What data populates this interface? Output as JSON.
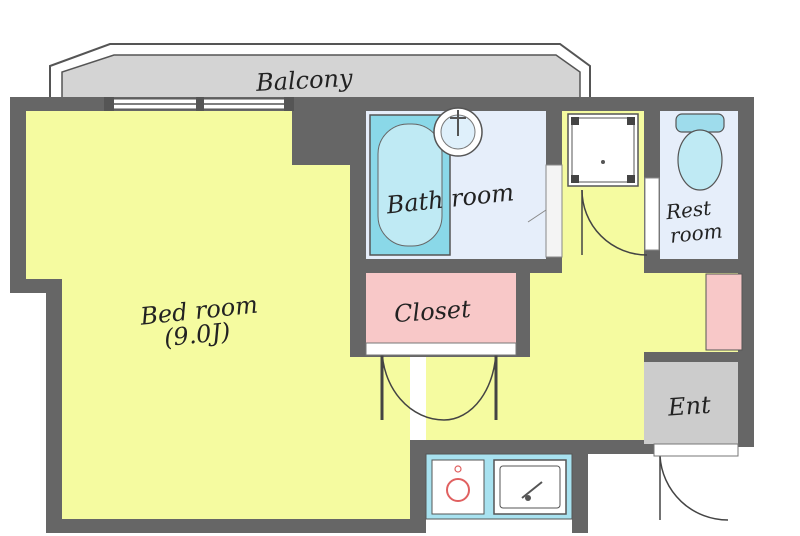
{
  "labels": {
    "balcony": "Balcony",
    "bed_room": "Bed room",
    "bed_room_size": "(9.0J)",
    "bath_room": "Bath room",
    "rest_room_line1": "Rest",
    "rest_room_line2": "room",
    "closet": "Closet",
    "entrance": "Ent"
  },
  "colors": {
    "wall": "#666666",
    "floor": "#f5fba0",
    "bath": "#e6eefa",
    "tub": "#8ad8e8",
    "closet": "#f8c8c8",
    "kitchen": "#a8e2f0",
    "entrance": "#cccccc",
    "balcony": "#d4d4d4"
  }
}
